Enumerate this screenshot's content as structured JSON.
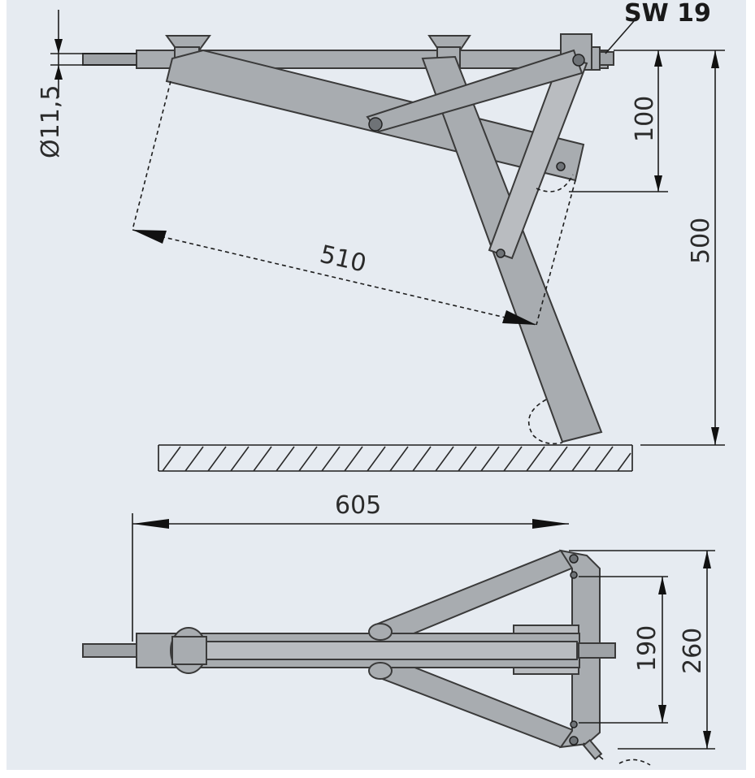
{
  "drawing": {
    "background": "#e6ebf1",
    "part_color": "#a8acb0",
    "line_color": "#1e1e1e"
  },
  "dimensions": {
    "rod_diameter": "Ø11,5",
    "wrench_size": "SW 19",
    "top_offset": "100",
    "total_height": "500",
    "diagonal_length": "510",
    "overall_length": "605",
    "inner_width": "190",
    "outer_width": "260"
  }
}
